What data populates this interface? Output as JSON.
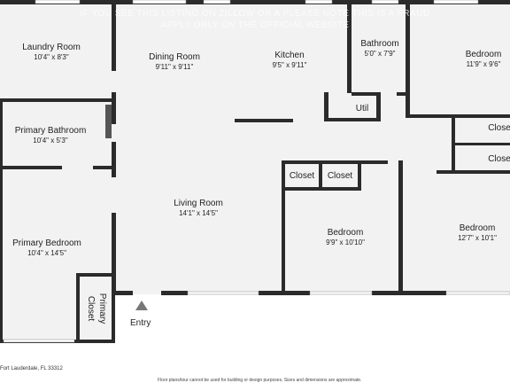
{
  "banner": {
    "line1": "IF YOU SEE THIS LISTING ON ZILLOW OR A PLEASE NOTE THIS IS A FRAUD",
    "line2": "APPLY ONLY ON THE OFFICIAL WEBSITE"
  },
  "rooms": [
    {
      "id": "laundry-room",
      "name": "Laundry Room",
      "dims": "10'4\" x 8'3\""
    },
    {
      "id": "dining-room",
      "name": "Dining Room",
      "dims": "9'11\" x 9'11\""
    },
    {
      "id": "kitchen",
      "name": "Kitchen",
      "dims": "9'5\" x 9'11\""
    },
    {
      "id": "bathroom",
      "name": "Bathroom",
      "dims": "5'0\" x 7'9\""
    },
    {
      "id": "bedroom-ne",
      "name": "Bedroom",
      "dims": "11'9\" x 9'6\""
    },
    {
      "id": "primary-bathroom",
      "name": "Primary Bathroom",
      "dims": "10'4\" x 5'3\""
    },
    {
      "id": "living-room",
      "name": "Living Room",
      "dims": "14'1\" x 14'5\""
    },
    {
      "id": "primary-bedroom",
      "name": "Primary Bedroom",
      "dims": "10'4\" x 14'5\""
    },
    {
      "id": "bedroom-center",
      "name": "Bedroom",
      "dims": "9'9\" x 10'10\""
    },
    {
      "id": "bedroom-se",
      "name": "Bedroom",
      "dims": "12'7\" x 10'1\""
    }
  ],
  "labels": {
    "util": "Util",
    "closet_a": "Closet",
    "closet_b": "Closet",
    "closet_e1": "Close",
    "closet_e2": "Close",
    "primary_closet_1": "Primary",
    "primary_closet_2": "Closet",
    "entry": "Entry"
  },
  "footer": {
    "address": "Fort Lauderdale, FL 33312",
    "disclaimer": "Floor plans/tour cannot be used for building or design purposes. Sizes and dimensions are approximate."
  },
  "colors": {
    "floor": "#f2f2f2",
    "wall": "#2b2b2b",
    "window": "#ffffff",
    "outside": "#ffffff"
  }
}
